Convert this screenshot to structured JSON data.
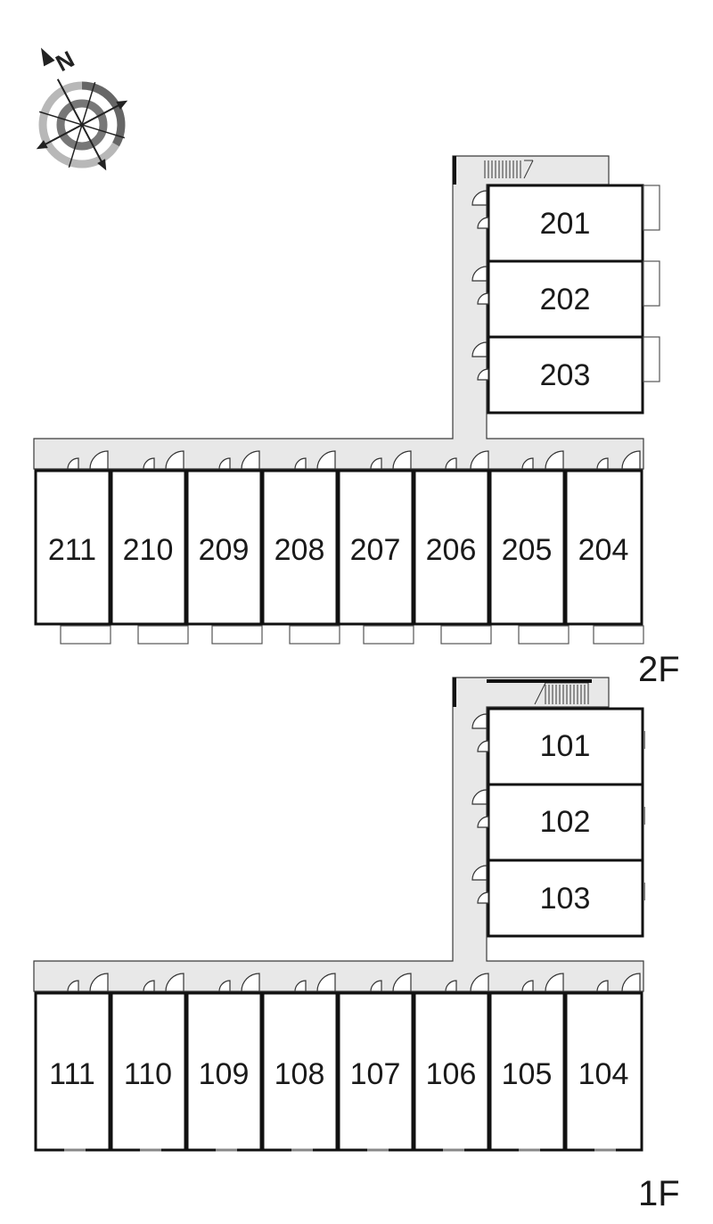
{
  "compass": {
    "label": "N",
    "icon": "compass-icon"
  },
  "floors": [
    {
      "label": "2F",
      "units": [
        "201",
        "202",
        "203",
        "204",
        "205",
        "206",
        "207",
        "208",
        "209",
        "210",
        "211"
      ]
    },
    {
      "label": "1F",
      "units": [
        "101",
        "102",
        "103",
        "104",
        "105",
        "106",
        "107",
        "108",
        "109",
        "110",
        "111"
      ]
    }
  ],
  "colors": {
    "corridor": "#e8e8e8",
    "wall": "#111111",
    "compass_dark": "#666666",
    "compass_light": "#b8b8b8"
  }
}
